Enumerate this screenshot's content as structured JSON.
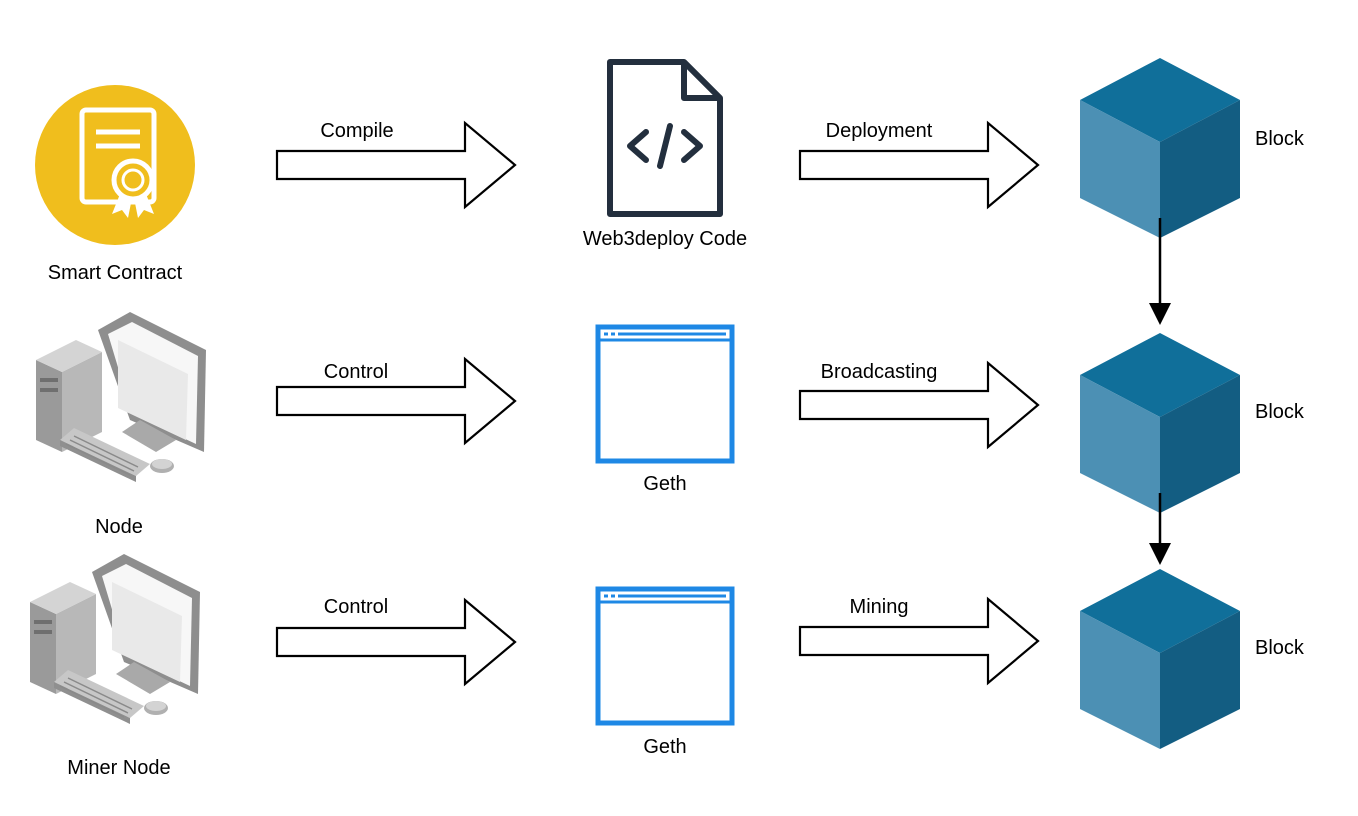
{
  "rows": [
    {
      "source": "Smart Contract",
      "action": "Compile",
      "target": "Web3deploy Code",
      "step": "Deployment",
      "block": "Block"
    },
    {
      "source": "Node",
      "action": "Control",
      "target": "Geth",
      "step": "Broadcasting",
      "block": "Block"
    },
    {
      "source": "Miner Node",
      "action": "Control",
      "target": "Geth",
      "step": "Mining",
      "block": "Block"
    }
  ],
  "icons": {
    "row0_source": "contract-certificate-icon",
    "row0_target": "code-file-icon",
    "row1_source": "desktop-computer-icon",
    "row1_target": "browser-window-icon",
    "row2_source": "desktop-computer-icon",
    "row2_target": "browser-window-icon",
    "block": "cube-block-icon"
  },
  "colors": {
    "contract_circle": "#f0be1d",
    "window_blue": "#1e88e5",
    "cube_top": "#106f9a",
    "cube_left": "#4c90b4",
    "cube_right": "#135d82",
    "file_stroke": "#232f3e"
  }
}
